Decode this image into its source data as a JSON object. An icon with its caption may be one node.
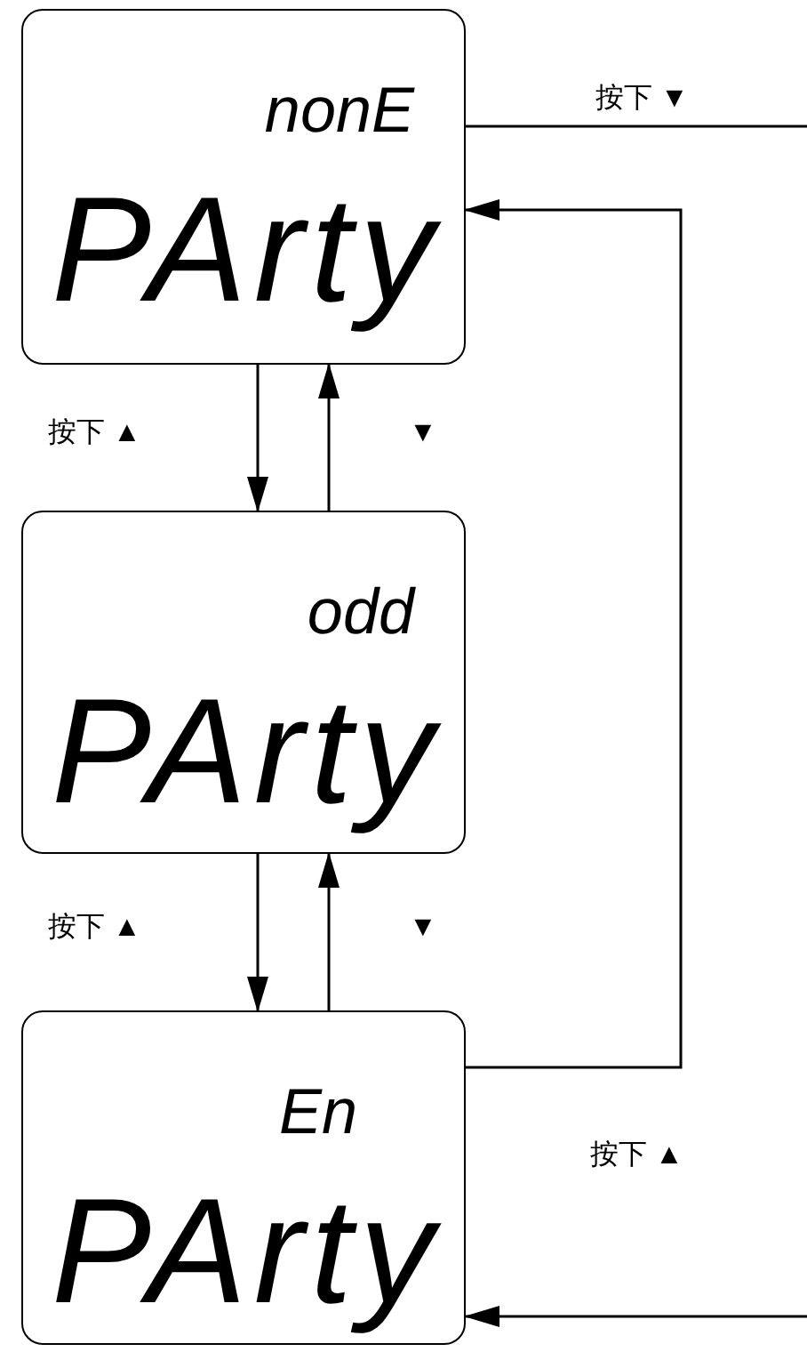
{
  "diagram": {
    "nodes": [
      {
        "text": [
          "nonE",
          "PArty"
        ]
      },
      {
        "text": [
          "odd",
          "PArty"
        ]
      },
      {
        "text": [
          "En",
          "PArty"
        ]
      }
    ],
    "edges": [
      {
        "from": 0,
        "to": null,
        "arrow": "none",
        "label": "按下 ▼"
      },
      {
        "from": 0,
        "to": 1,
        "arrow": "to",
        "label": "按下 ▲"
      },
      {
        "from": 1,
        "to": 0,
        "arrow": "to",
        "label": "▼"
      },
      {
        "from": 1,
        "to": 2,
        "arrow": "to",
        "label": "按下 ▲"
      },
      {
        "from": 2,
        "to": 1,
        "arrow": "to",
        "label": "▼"
      },
      {
        "from": 2,
        "to": 0,
        "arrow": "to",
        "label": "按下 ▲"
      },
      {
        "from": null,
        "to": 2,
        "arrow": "to"
      }
    ]
  }
}
